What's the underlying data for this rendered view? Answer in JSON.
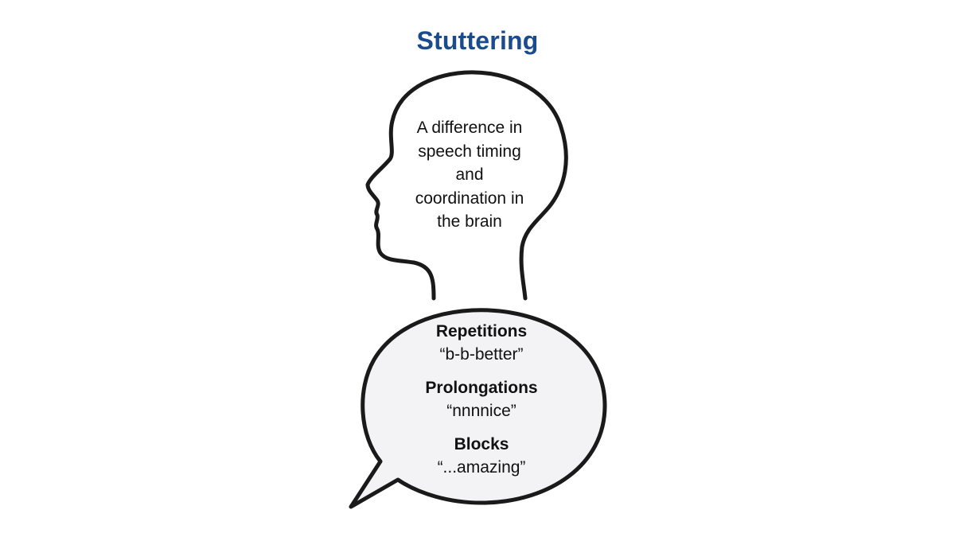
{
  "title": "Stuttering",
  "head": {
    "lines": [
      "A difference in",
      "speech timing",
      "and",
      "coordination in",
      "the brain"
    ]
  },
  "bubble": {
    "items": [
      {
        "term": "Repetitions",
        "example": "“b-b-better”"
      },
      {
        "term": "Prolongations",
        "example": "“nnnnice”"
      },
      {
        "term": "Blocks",
        "example": "“...amazing”"
      }
    ]
  },
  "colors": {
    "title": "#1a4b8c",
    "outline": "#1a1a1a",
    "bubble_fill": "#f3f2f5"
  }
}
